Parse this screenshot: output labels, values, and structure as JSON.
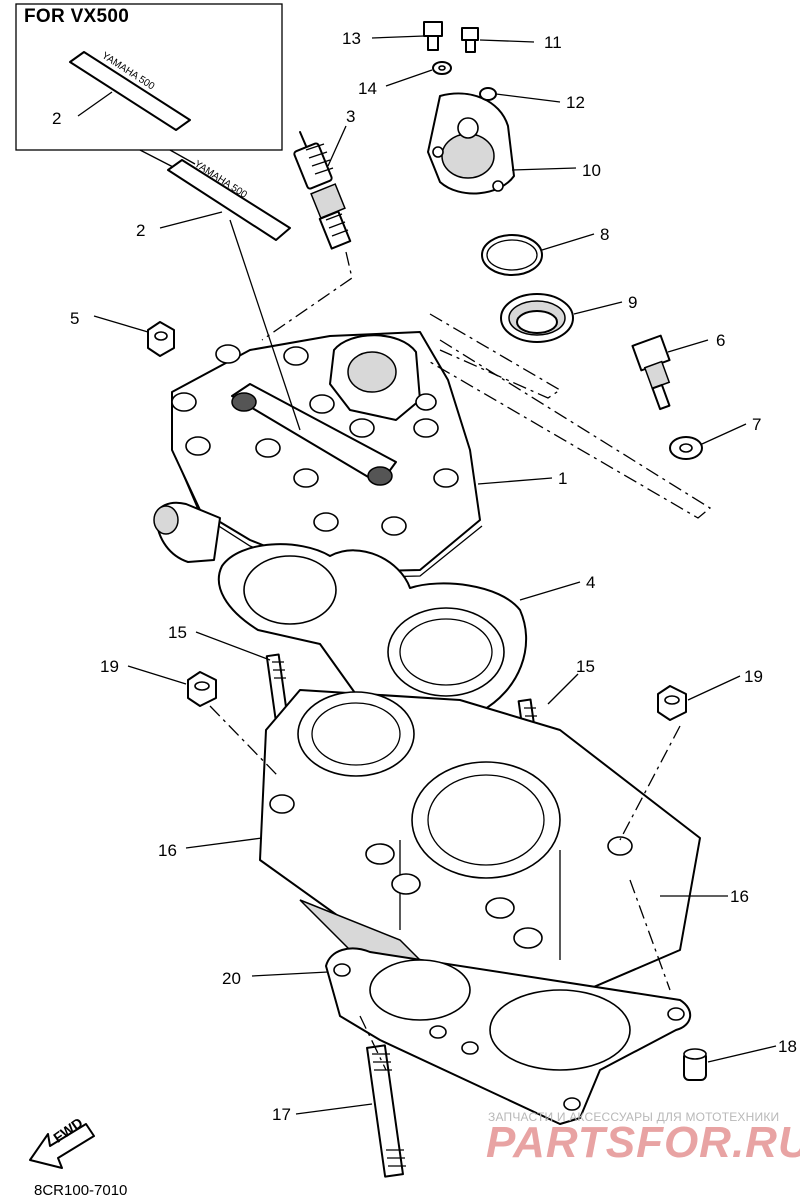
{
  "inset": {
    "title": "FOR VX500"
  },
  "callouts": [
    {
      "id": "c13",
      "label": "13"
    },
    {
      "id": "c11",
      "label": "11"
    },
    {
      "id": "c14",
      "label": "14"
    },
    {
      "id": "c12",
      "label": "12"
    },
    {
      "id": "c10",
      "label": "10"
    },
    {
      "id": "c3",
      "label": "3"
    },
    {
      "id": "c2a",
      "label": "2"
    },
    {
      "id": "c2b",
      "label": "2"
    },
    {
      "id": "c8",
      "label": "8"
    },
    {
      "id": "c9",
      "label": "9"
    },
    {
      "id": "c5",
      "label": "5"
    },
    {
      "id": "c6",
      "label": "6"
    },
    {
      "id": "c7",
      "label": "7"
    },
    {
      "id": "c1",
      "label": "1"
    },
    {
      "id": "c4",
      "label": "4"
    },
    {
      "id": "c15a",
      "label": "15"
    },
    {
      "id": "c15b",
      "label": "15"
    },
    {
      "id": "c19a",
      "label": "19"
    },
    {
      "id": "c19b",
      "label": "19"
    },
    {
      "id": "c16a",
      "label": "16"
    },
    {
      "id": "c16b",
      "label": "16"
    },
    {
      "id": "c20",
      "label": "20"
    },
    {
      "id": "c18",
      "label": "18"
    },
    {
      "id": "c17",
      "label": "17"
    }
  ],
  "fwd_label": "FWD",
  "diagram_code": "8CR100-7010",
  "watermark": {
    "caption": "ЗАПЧАСТИ И АКСЕССУАРЫ ДЛЯ МОТОТЕХНИКИ",
    "brand": "PARTSFOR.RU",
    "color": "#e8a3a3"
  }
}
